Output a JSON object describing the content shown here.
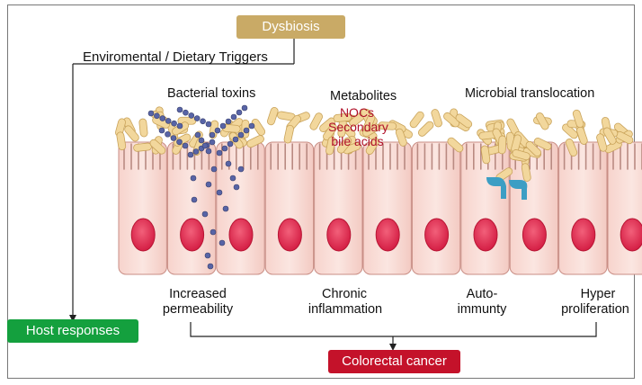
{
  "nodes": {
    "dysbiosis": "Dysbiosis",
    "triggers": "Enviromental / Dietary Triggers",
    "host_responses": "Host responses",
    "colorectal_cancer": "Colorectal cancer"
  },
  "top_labels": {
    "bacterial_toxins": "Bacterial toxins",
    "metabolites": "Metabolites",
    "metabolite_items": [
      "NOCs",
      "Secondary",
      "bile acids"
    ],
    "microbial_translocation": "Microbial translocation"
  },
  "outcomes": [
    [
      "Increased",
      "permeability"
    ],
    [
      "Chronic",
      "inflammation"
    ],
    [
      "Auto-",
      "immunty"
    ],
    [
      "Hyper",
      "proliferation"
    ]
  ],
  "colors": {
    "dysbiosis": "#c9aa66",
    "host_responses": "#14a03e",
    "colorectal_cancer": "#c4122a",
    "cell_fill": "#f9dcd6",
    "nucleus": "#e0324e",
    "bacteria": "#f2d79c",
    "toxin": "#5864a6",
    "receptor": "#3c9ec4"
  }
}
